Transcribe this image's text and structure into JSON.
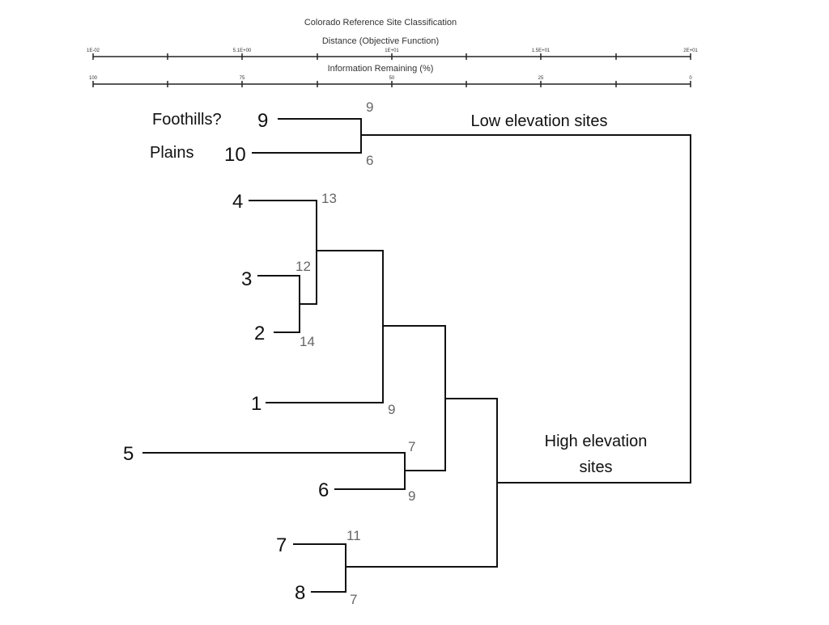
{
  "header": {
    "title": "Colorado Reference Site Classification",
    "distance_label": "Distance (Objective Function)",
    "distance_ticks": [
      "1E-02",
      "5.1E+00",
      "1E+01",
      "1.5E+01",
      "2E+01"
    ],
    "info_label": "Information Remaining (%)",
    "info_ticks": [
      "100",
      "75",
      "50",
      "25",
      "0"
    ]
  },
  "groups": {
    "low": "Low elevation sites",
    "high_line1": "High elevation",
    "high_line2": "sites"
  },
  "annotations": {
    "foothills": "Foothills?",
    "plains": "Plains"
  },
  "leaves": [
    "9",
    "10",
    "4",
    "3",
    "2",
    "1",
    "5",
    "6",
    "7",
    "8"
  ],
  "node_counts": [
    "9",
    "6",
    "13",
    "12",
    "14",
    "9",
    "7",
    "9",
    "11",
    "7"
  ]
}
